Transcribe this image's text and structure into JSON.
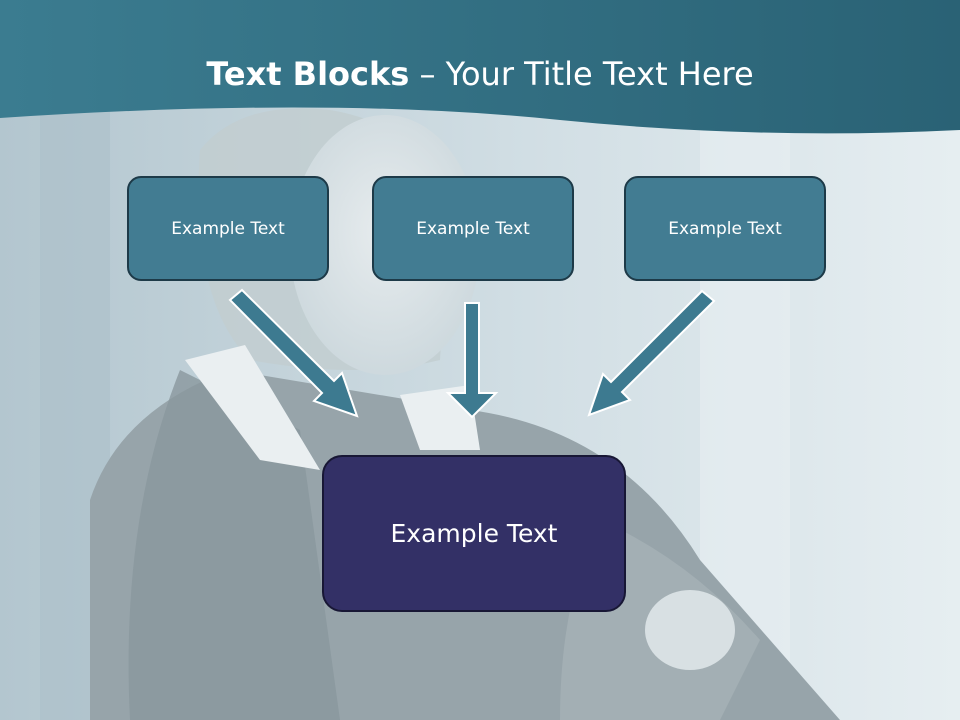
{
  "slide": {
    "title_bold": "Text Blocks",
    "title_rest": " – Your Title Text Here",
    "top_boxes": [
      {
        "label": "Example Text"
      },
      {
        "label": "Example Text"
      },
      {
        "label": "Example Text"
      }
    ],
    "bottom_box": {
      "label": "Example Text"
    }
  },
  "colors": {
    "title_band": "#2f6a7e",
    "top_box_fill": "#427c92",
    "arrow_fill": "#3d7a90",
    "bottom_box_fill": "#333066"
  },
  "icons": {
    "arrows": [
      "arrow-down-right-icon",
      "arrow-down-icon",
      "arrow-down-left-icon"
    ]
  }
}
